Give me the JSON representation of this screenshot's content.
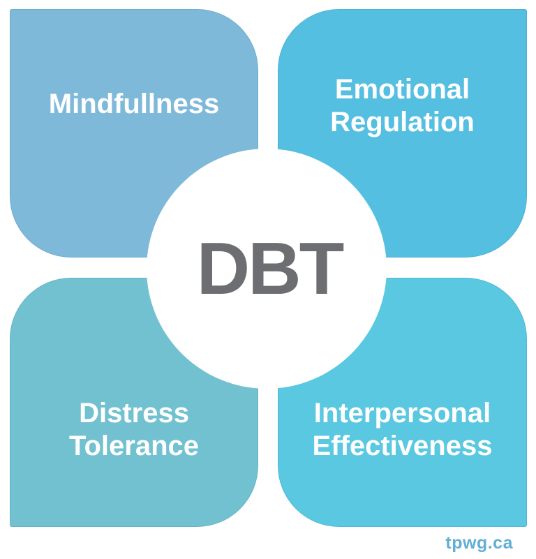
{
  "diagram": {
    "center": {
      "label": "DBT",
      "text_color": "#6d6e71",
      "bg_color": "#ffffff"
    },
    "quadrants": [
      {
        "id": "mindfulness",
        "position": "top-left",
        "lines": [
          "Mindfullness"
        ],
        "color": "#7fb9da"
      },
      {
        "id": "emotional-regulation",
        "position": "top-right",
        "lines": [
          "Emotional",
          "Regulation"
        ],
        "color": "#55bfe1"
      },
      {
        "id": "distress-tolerance",
        "position": "bottom-left",
        "lines": [
          "Distress",
          "Tolerance"
        ],
        "color": "#72c1d1"
      },
      {
        "id": "interpersonal-effectiveness",
        "position": "bottom-right",
        "lines": [
          "Interpersonal",
          "Effectiveness"
        ],
        "color": "#59c8e0"
      }
    ],
    "watermark": {
      "text": "tpwg.ca",
      "color": "#62aed4"
    }
  }
}
